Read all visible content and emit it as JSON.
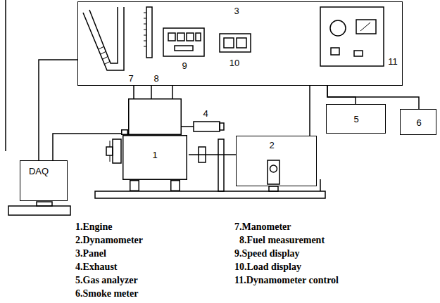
{
  "diagram": {
    "nodes": [
      {
        "text": [
          "3"
        ]
      },
      {
        "text": [
          "DAQ"
        ]
      },
      {
        "text": [
          "1"
        ]
      },
      {
        "text": [
          "2"
        ]
      },
      {
        "text": [
          "5"
        ]
      },
      {
        "text": [
          "6"
        ]
      }
    ],
    "edges": [
      {
        "from": 1,
        "to": 0,
        "arrow": "none"
      },
      {
        "from": 1,
        "to": 2,
        "arrow": "none"
      },
      {
        "from": 0,
        "to": 2,
        "arrow": "none"
      },
      {
        "from": 0,
        "to": 2,
        "arrow": "none"
      },
      {
        "from": 0,
        "to": 2,
        "arrow": "none"
      },
      {
        "from": 0,
        "to": 3,
        "arrow": "none"
      },
      {
        "from": 0,
        "to": 4,
        "arrow": "none"
      },
      {
        "from": 0,
        "to": 5,
        "arrow": "none"
      },
      {
        "from": 2,
        "to": 3,
        "arrow": "none"
      }
    ],
    "labels": [
      "7",
      "8",
      "9",
      "10",
      "11",
      "4",
      "1.Engine",
      "2.Dynamometer",
      "3.Panel",
      "4.Exhaust",
      "5.Gas analyzer",
      "6.Smoke meter",
      "7.Manometer",
      "8.Fuel measurement",
      "9.Speed display",
      "10.Load display",
      "11.Dynamometer control"
    ]
  }
}
